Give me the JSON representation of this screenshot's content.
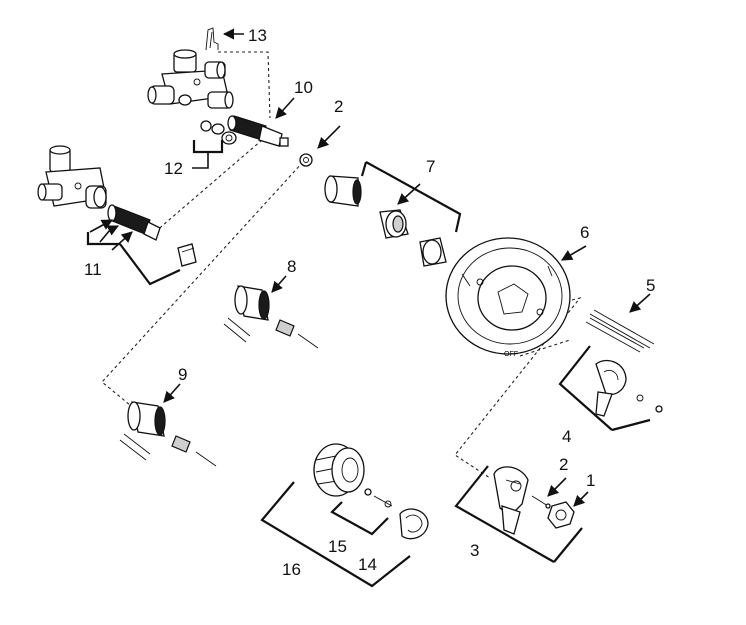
{
  "callouts": [
    {
      "id": "1",
      "label": "1"
    },
    {
      "id": "2a",
      "label": "2"
    },
    {
      "id": "2b",
      "label": "2"
    },
    {
      "id": "3",
      "label": "3"
    },
    {
      "id": "4",
      "label": "4"
    },
    {
      "id": "5",
      "label": "5"
    },
    {
      "id": "6",
      "label": "6"
    },
    {
      "id": "7",
      "label": "7"
    },
    {
      "id": "8",
      "label": "8"
    },
    {
      "id": "9",
      "label": "9"
    },
    {
      "id": "10",
      "label": "10"
    },
    {
      "id": "11",
      "label": "11"
    },
    {
      "id": "12",
      "label": "12"
    },
    {
      "id": "13",
      "label": "13"
    },
    {
      "id": "14",
      "label": "14"
    },
    {
      "id": "15",
      "label": "15"
    },
    {
      "id": "16",
      "label": "16"
    }
  ],
  "escutcheon_mark": "OFF"
}
